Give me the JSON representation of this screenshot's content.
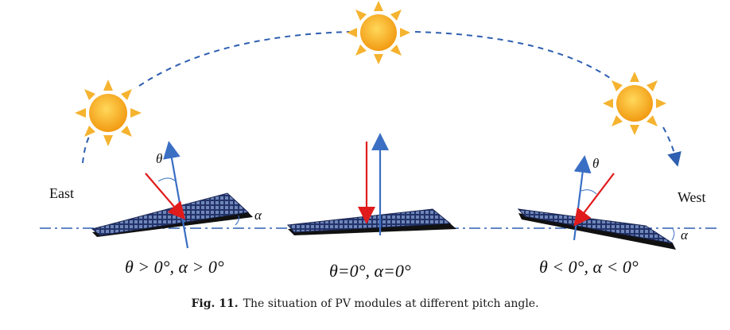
{
  "labels": {
    "east": "East",
    "west": "West",
    "theta": "θ",
    "alpha": "α"
  },
  "conditions": {
    "left": "θ > 0°, α > 0°",
    "center": "θ=0°, α=0°",
    "right": "θ < 0°, α < 0°"
  },
  "caption": {
    "fig": "Fig. 11.",
    "text": "The situation of PV modules at different pitch angle."
  },
  "colors": {
    "sun": "#f7b21e",
    "sun_ray": "#f5b330",
    "path": "#2e5fb0",
    "normal": "#3a6fc4",
    "light": "#e01b1b",
    "panel": "#1f2f5a",
    "horizon": "#2e5fb0"
  },
  "icons": [
    "sun-icon",
    "solar-panel-icon"
  ]
}
